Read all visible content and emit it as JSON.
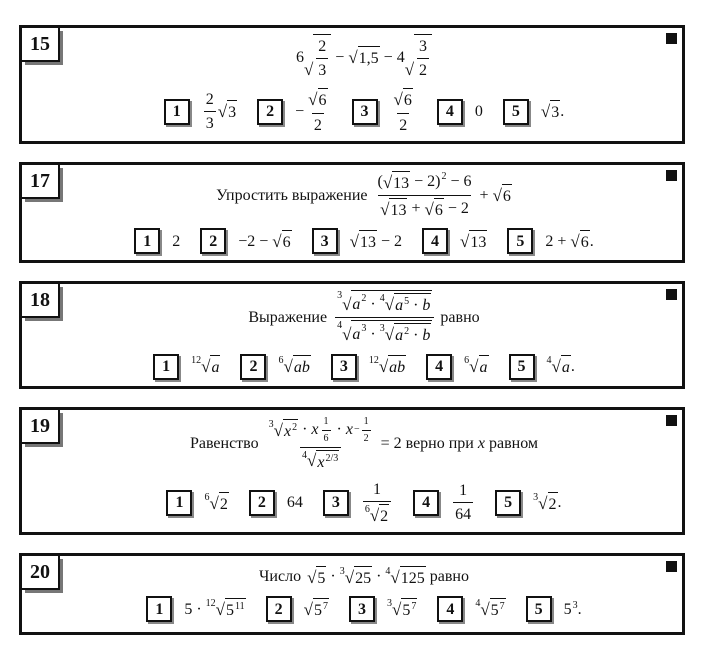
{
  "tasks": [
    {
      "number": "15",
      "prompt": "",
      "expr": [
        "6",
        {
          "sqrt": [
            {
              "frac": [
                [
                  "2"
                ],
                [
                  "3"
                ]
              ]
            }
          ]
        },
        " − ",
        {
          "sqrt": [
            "1,5"
          ]
        },
        " − 4",
        {
          "sqrt": [
            {
              "frac": [
                [
                  "3"
                ],
                [
                  "2"
                ]
              ]
            }
          ]
        }
      ],
      "options": [
        {
          "label": "1",
          "value": [
            {
              "frac": [
                [
                  "2"
                ],
                [
                  "3"
                ]
              ]
            },
            {
              "sqrt": [
                "3"
              ]
            }
          ]
        },
        {
          "label": "2",
          "value": [
            "−",
            {
              "frac": [
                [
                  {
                    "sqrt": [
                      "6"
                    ]
                  }
                ],
                [
                  "2"
                ]
              ]
            }
          ]
        },
        {
          "label": "3",
          "value": [
            {
              "frac": [
                [
                  {
                    "sqrt": [
                      "6"
                    ]
                  }
                ],
                [
                  "2"
                ]
              ]
            }
          ]
        },
        {
          "label": "4",
          "value": [
            "0"
          ]
        },
        {
          "label": "5",
          "value": [
            {
              "sqrt": [
                "3"
              ]
            },
            "."
          ]
        }
      ]
    },
    {
      "number": "17",
      "prompt": "Упростить выражение",
      "expr": [
        {
          "frac": [
            [
              "(",
              {
                "sqrt": [
                  "13"
                ]
              },
              " − 2)",
              {
                "sup": [
                  "2"
                ]
              },
              " − 6"
            ],
            [
              {
                "sqrt": [
                  "13"
                ]
              },
              " + ",
              {
                "sqrt": [
                  "6"
                ]
              },
              " − 2"
            ]
          ]
        },
        " + ",
        {
          "sqrt": [
            "6"
          ]
        }
      ],
      "options": [
        {
          "label": "1",
          "value": [
            "2"
          ]
        },
        {
          "label": "2",
          "value": [
            "−2 − ",
            {
              "sqrt": [
                "6"
              ]
            }
          ]
        },
        {
          "label": "3",
          "value": [
            {
              "sqrt": [
                "13"
              ]
            },
            " − 2"
          ]
        },
        {
          "label": "4",
          "value": [
            {
              "sqrt": [
                "13"
              ]
            }
          ]
        },
        {
          "label": "5",
          "value": [
            "2 + ",
            {
              "sqrt": [
                "6"
              ]
            },
            "."
          ]
        }
      ]
    },
    {
      "number": "18",
      "prompt": "Выражение",
      "expr": [
        {
          "frac": [
            [
              {
                "sqrt": [
                  {
                    "i": "a"
                  },
                  {
                    "sup": [
                      "2"
                    ]
                  },
                  " · ",
                  {
                    "sqrt": [
                      {
                        "i": "a"
                      },
                      {
                        "sup": [
                          "5"
                        ]
                      },
                      " · ",
                      {
                        "i": "b"
                      }
                    ],
                    "n": "4"
                  }
                ],
                "n": "3"
              }
            ],
            [
              {
                "sqrt": [
                  {
                    "i": "a"
                  },
                  {
                    "sup": [
                      "3"
                    ]
                  },
                  " · ",
                  {
                    "sqrt": [
                      {
                        "i": "a"
                      },
                      {
                        "sup": [
                          "2"
                        ]
                      },
                      " · ",
                      {
                        "i": "b"
                      }
                    ],
                    "n": "3"
                  }
                ],
                "n": "4"
              }
            ]
          ]
        },
        " равно"
      ],
      "options": [
        {
          "label": "1",
          "value": [
            {
              "sqrt": [
                {
                  "i": "a"
                }
              ],
              "n": "12"
            }
          ]
        },
        {
          "label": "2",
          "value": [
            {
              "sqrt": [
                {
                  "i": "ab"
                }
              ],
              "n": "6"
            }
          ]
        },
        {
          "label": "3",
          "value": [
            {
              "sqrt": [
                {
                  "i": "ab"
                }
              ],
              "n": "12"
            }
          ]
        },
        {
          "label": "4",
          "value": [
            {
              "sqrt": [
                {
                  "i": "a"
                }
              ],
              "n": "6"
            }
          ]
        },
        {
          "label": "5",
          "value": [
            {
              "sqrt": [
                {
                  "i": "a"
                }
              ],
              "n": "4"
            },
            "."
          ]
        }
      ]
    },
    {
      "number": "19",
      "prompt": "Равенство",
      "expr": [
        {
          "frac": [
            [
              {
                "sqrt": [
                  {
                    "i": "x"
                  },
                  {
                    "sup": [
                      "2"
                    ]
                  }
                ],
                "n": "3"
              },
              " · ",
              {
                "i": "x"
              },
              {
                "sup": [
                  {
                    "frac": [
                      [
                        "1"
                      ],
                      [
                        "6"
                      ]
                    ]
                  }
                ]
              },
              " · ",
              {
                "i": "x"
              },
              {
                "sup": [
                  "−",
                  {
                    "frac": [
                      [
                        "1"
                      ],
                      [
                        "2"
                      ]
                    ]
                  }
                ]
              }
            ],
            [
              {
                "sqrt": [
                  {
                    "i": "x"
                  },
                  {
                    "sup": [
                      "2/3"
                    ]
                  }
                ],
                "n": "4"
              }
            ]
          ]
        },
        " = 2 верно при ",
        {
          "i": "x"
        },
        " равном"
      ],
      "options": [
        {
          "label": "1",
          "value": [
            {
              "sqrt": [
                "2"
              ],
              "n": "6"
            }
          ]
        },
        {
          "label": "2",
          "value": [
            "64"
          ]
        },
        {
          "label": "3",
          "value": [
            {
              "frac": [
                [
                  "1"
                ],
                [
                  {
                    "sqrt": [
                      "2"
                    ],
                    "n": "6"
                  }
                ]
              ]
            }
          ]
        },
        {
          "label": "4",
          "value": [
            {
              "frac": [
                [
                  "1"
                ],
                [
                  "64"
                ]
              ]
            }
          ]
        },
        {
          "label": "5",
          "value": [
            {
              "sqrt": [
                "2"
              ],
              "n": "3"
            },
            "."
          ]
        }
      ]
    },
    {
      "number": "20",
      "prompt": "Число",
      "expr": [
        {
          "sqrt": [
            "5"
          ]
        },
        " · ",
        {
          "sqrt": [
            "25"
          ],
          "n": "3"
        },
        " · ",
        {
          "sqrt": [
            "125"
          ],
          "n": "4"
        },
        " равно"
      ],
      "options": [
        {
          "label": "1",
          "value": [
            "5 · ",
            {
              "sqrt": [
                "5",
                {
                  "sup": [
                    "11"
                  ]
                }
              ],
              "n": "12"
            }
          ]
        },
        {
          "label": "2",
          "value": [
            {
              "sqrt": [
                "5",
                {
                  "sup": [
                    "7"
                  ]
                }
              ]
            }
          ]
        },
        {
          "label": "3",
          "value": [
            {
              "sqrt": [
                "5",
                {
                  "sup": [
                    "7"
                  ]
                }
              ],
              "n": "3"
            }
          ]
        },
        {
          "label": "4",
          "value": [
            {
              "sqrt": [
                "5",
                {
                  "sup": [
                    "7"
                  ]
                }
              ],
              "n": "4"
            }
          ]
        },
        {
          "label": "5",
          "value": [
            "5",
            {
              "sup": [
                "3"
              ]
            },
            "."
          ]
        }
      ]
    }
  ]
}
